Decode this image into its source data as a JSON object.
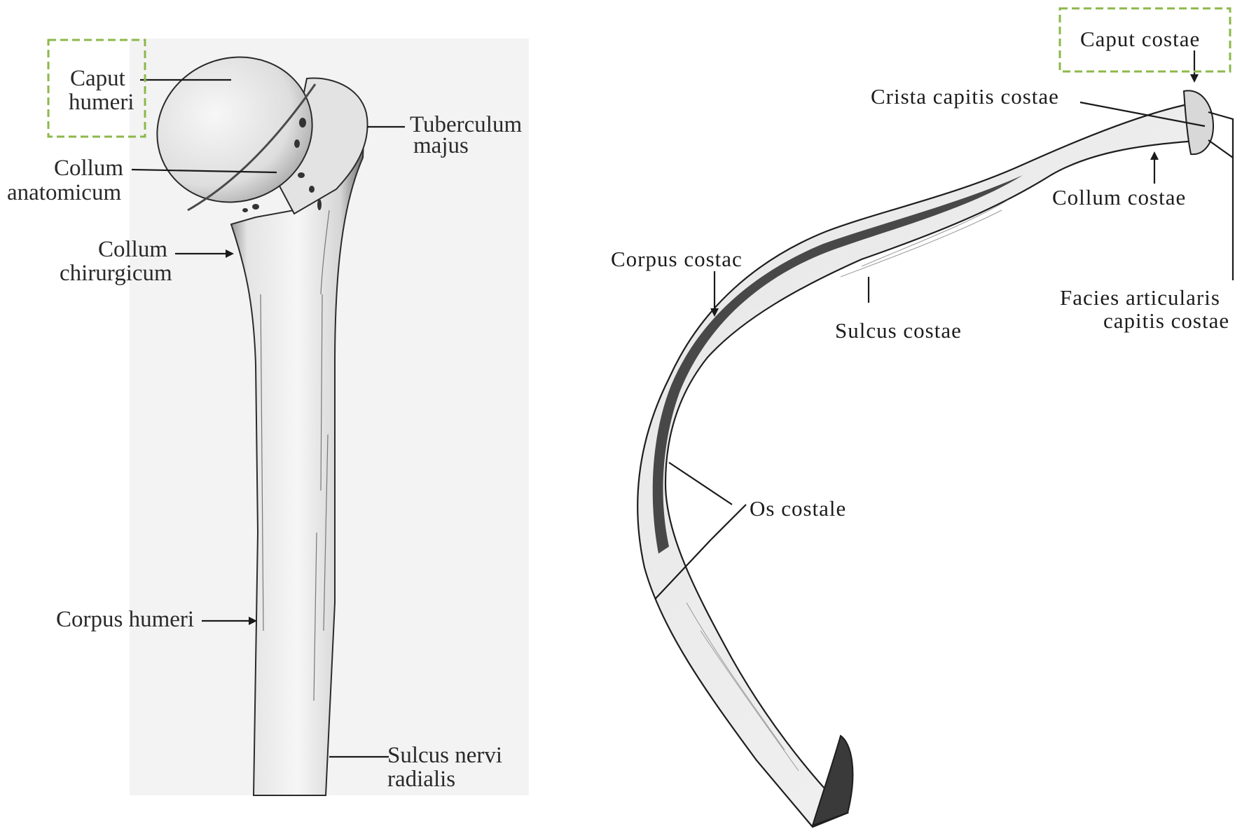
{
  "colors": {
    "highlight_box": "#8cb84a",
    "bone_fill": "#eeeeee",
    "bone_shadow": "#555555",
    "ink": "#1a1a1a",
    "background": "#ffffff"
  },
  "humerus": {
    "labels": {
      "caput_1": "Caput",
      "caput_2": "humeri",
      "tuberculum_1": "Tuberculum",
      "tuberculum_2": "majus",
      "collum_anat_1": "Collum",
      "collum_anat_2": "anatomicum",
      "collum_chir_1": "Collum",
      "collum_chir_2": "chirurgicum",
      "corpus": "Corpus humeri",
      "sulcus_1": "Sulcus nervi",
      "sulcus_2": "radialis"
    }
  },
  "rib": {
    "labels": {
      "caput": "Caput  costae",
      "crista": "Crista capitis costae",
      "collum": "Collum  costae",
      "facies_1": "Facies articularis",
      "facies_2": "capitis costae",
      "corpus": "Corpus costac",
      "sulcus": "Sulcus costae",
      "os": "Os costale"
    }
  }
}
